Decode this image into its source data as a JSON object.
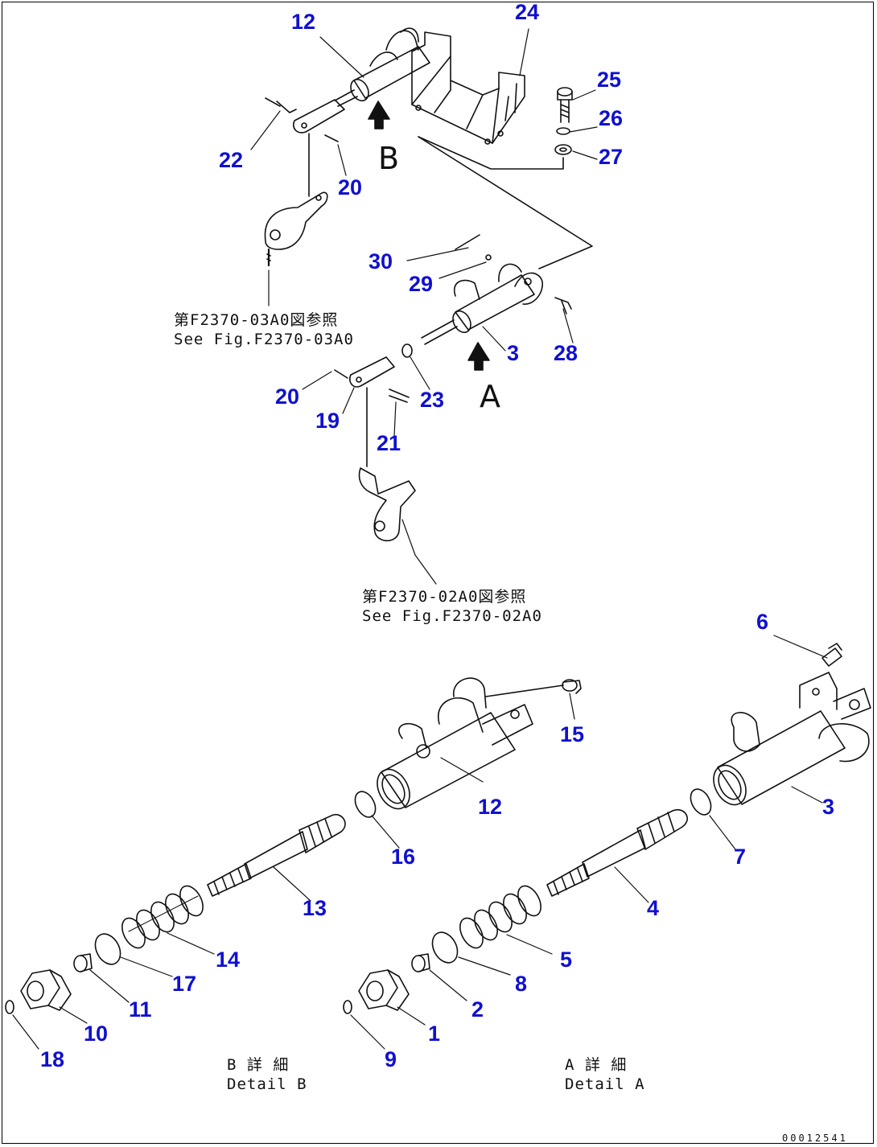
{
  "labels": [
    {
      "id": "c12a",
      "text": "12"
    },
    {
      "id": "c24",
      "text": "24"
    },
    {
      "id": "c25",
      "text": "25"
    },
    {
      "id": "c26",
      "text": "26"
    },
    {
      "id": "c27",
      "text": "27"
    },
    {
      "id": "c22",
      "text": "22"
    },
    {
      "id": "c20a",
      "text": "20"
    },
    {
      "id": "c30",
      "text": "30"
    },
    {
      "id": "c29",
      "text": "29"
    },
    {
      "id": "c3a",
      "text": "3"
    },
    {
      "id": "c28",
      "text": "28"
    },
    {
      "id": "c20b",
      "text": "20"
    },
    {
      "id": "c19",
      "text": "19"
    },
    {
      "id": "c23",
      "text": "23"
    },
    {
      "id": "c21",
      "text": "21"
    },
    {
      "id": "c6",
      "text": "6"
    },
    {
      "id": "c15",
      "text": "15"
    },
    {
      "id": "c12b",
      "text": "12"
    },
    {
      "id": "c3b",
      "text": "3"
    },
    {
      "id": "c16",
      "text": "16"
    },
    {
      "id": "c7",
      "text": "7"
    },
    {
      "id": "c13",
      "text": "13"
    },
    {
      "id": "c4",
      "text": "4"
    },
    {
      "id": "c14",
      "text": "14"
    },
    {
      "id": "c5",
      "text": "5"
    },
    {
      "id": "c17",
      "text": "17"
    },
    {
      "id": "c8",
      "text": "8"
    },
    {
      "id": "c11",
      "text": "11"
    },
    {
      "id": "c2",
      "text": "2"
    },
    {
      "id": "c10",
      "text": "10"
    },
    {
      "id": "c1",
      "text": "1"
    },
    {
      "id": "c18",
      "text": "18"
    },
    {
      "id": "c9",
      "text": "9"
    }
  ],
  "references": {
    "ref1_jp": "第F2370-03A0図参照",
    "ref1_en": "See Fig.F2370-03A0",
    "ref2_jp": "第F2370-02A0図参照",
    "ref2_en": "See Fig.F2370-02A0"
  },
  "views": {
    "b": "B",
    "a": "A"
  },
  "details": {
    "b_jp": "B 詳 細",
    "b_en": "Detail B",
    "a_jp": "A 詳 細",
    "a_en": "Detail A"
  },
  "doc_number": "00012541"
}
